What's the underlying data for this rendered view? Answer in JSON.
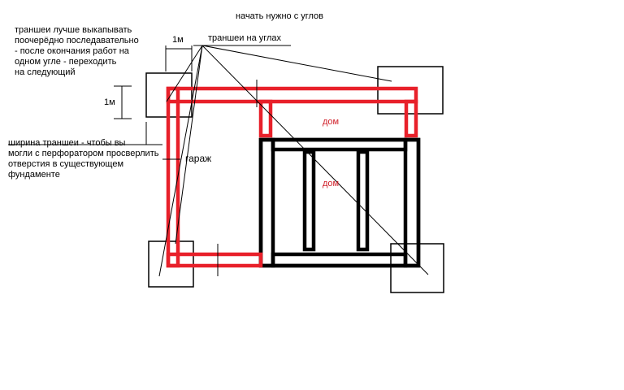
{
  "notes": {
    "start_corners": "начать нужно с углов",
    "dig_sequence": "траншеи лучше выкапывать\nпоочерёдно последавательно\n- после окончания работ на\nодном угле - переходить\nна следующий",
    "corner_trenches": "траншеи на углах",
    "width_top": "1м",
    "width_side": "1м",
    "trench_width": "ширина траншеи - чтобы вы\nмогли с перфоратором просверлить\nотверстия в существующем\nфундаменте"
  },
  "rooms": {
    "garage": "гараж",
    "house_top": "дом",
    "house_main": "дом"
  },
  "colors": {
    "existing_foundation": "#000000",
    "new_foundation": "#e8202a",
    "label_red": "#d0202a"
  }
}
